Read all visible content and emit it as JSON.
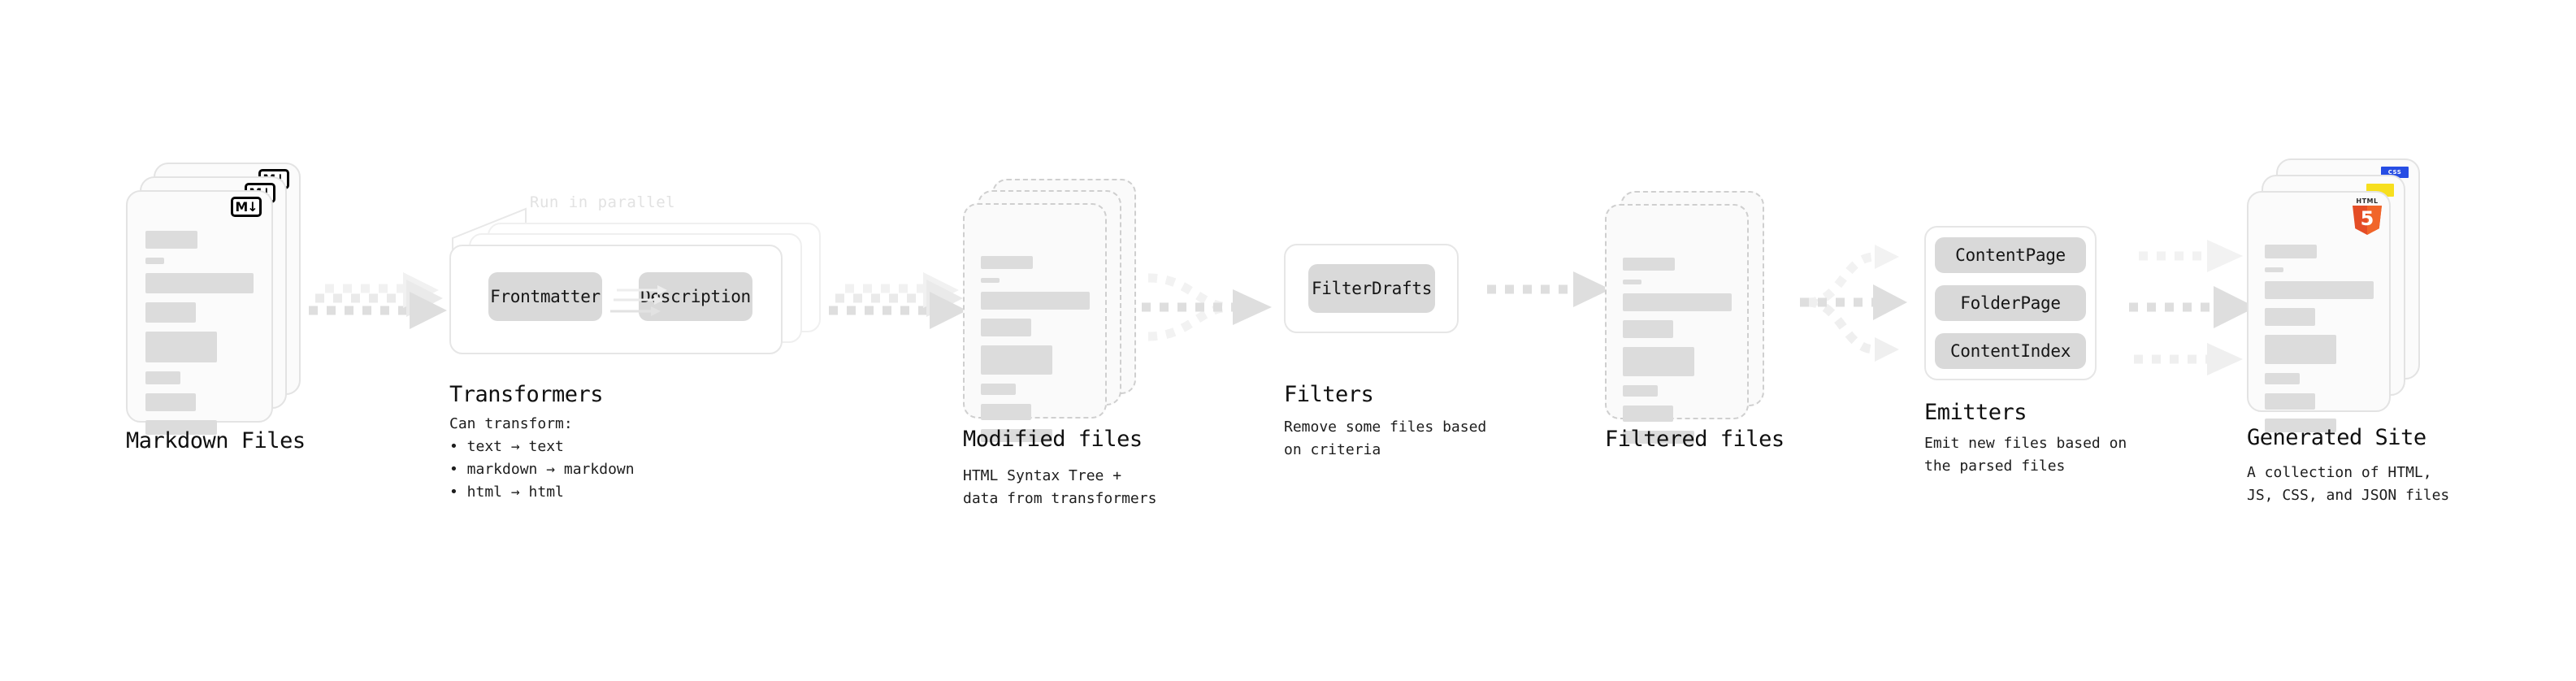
{
  "diagram": {
    "title_text_color": "#101010",
    "accent_html5": "#e44d26",
    "accent_js": "#f7df1e",
    "accent_css": "#264de4",
    "chip_color": "#d9d9d9"
  },
  "stages": [
    {
      "key": "markdown_files",
      "title": "Markdown Files",
      "subtitle": "",
      "badge_label": "M↓",
      "badge_icon": "markdown-badge-icon",
      "stack_count": 3,
      "kind": "card"
    },
    {
      "key": "transformers",
      "title": "Transformers",
      "subtitle": "Can transform:\n  • text → text\n  • markdown → markdown\n  • html → html",
      "annotation": "Run in parallel",
      "chips": [
        "Frontmatter",
        "Description"
      ],
      "stack_count": 3,
      "kind": "box"
    },
    {
      "key": "modified_files",
      "title": "Modified files",
      "subtitle": "HTML Syntax Tree +\ndata from transformers",
      "stack_count": 3,
      "kind": "card-dashed"
    },
    {
      "key": "filters",
      "title": "Filters",
      "subtitle": "Remove some files based\non criteria",
      "chips": [
        "FilterDrafts"
      ],
      "stack_count": 1,
      "kind": "box"
    },
    {
      "key": "filtered_files",
      "title": "Filtered files",
      "subtitle": "",
      "stack_count": 2,
      "kind": "card-dashed"
    },
    {
      "key": "emitters",
      "title": "Emitters",
      "subtitle": "Emit new files based on\nthe parsed files",
      "chips": [
        "ContentPage",
        "FolderPage",
        "ContentIndex"
      ],
      "stack_count": 1,
      "kind": "box"
    },
    {
      "key": "generated_site",
      "title": "Generated Site",
      "subtitle": "A collection of HTML,\nJS, CSS, and JSON files",
      "badges": [
        "HTML5",
        "JS",
        "CSS"
      ],
      "badge_html5_label": "HTML",
      "badge_html5_number": "5",
      "badge_css_label": "CSS",
      "stack_count": 3,
      "kind": "card"
    }
  ],
  "connectors": [
    {
      "key": "md-to-transformers",
      "style": "triple-parallel"
    },
    {
      "key": "transformers-to-modified",
      "style": "triple-parallel"
    },
    {
      "key": "modified-to-filters",
      "style": "converging"
    },
    {
      "key": "filters-to-filtered",
      "style": "single"
    },
    {
      "key": "filtered-to-emitters",
      "style": "diverging"
    },
    {
      "key": "emitters-to-site",
      "style": "triple-parallel-spread"
    }
  ]
}
